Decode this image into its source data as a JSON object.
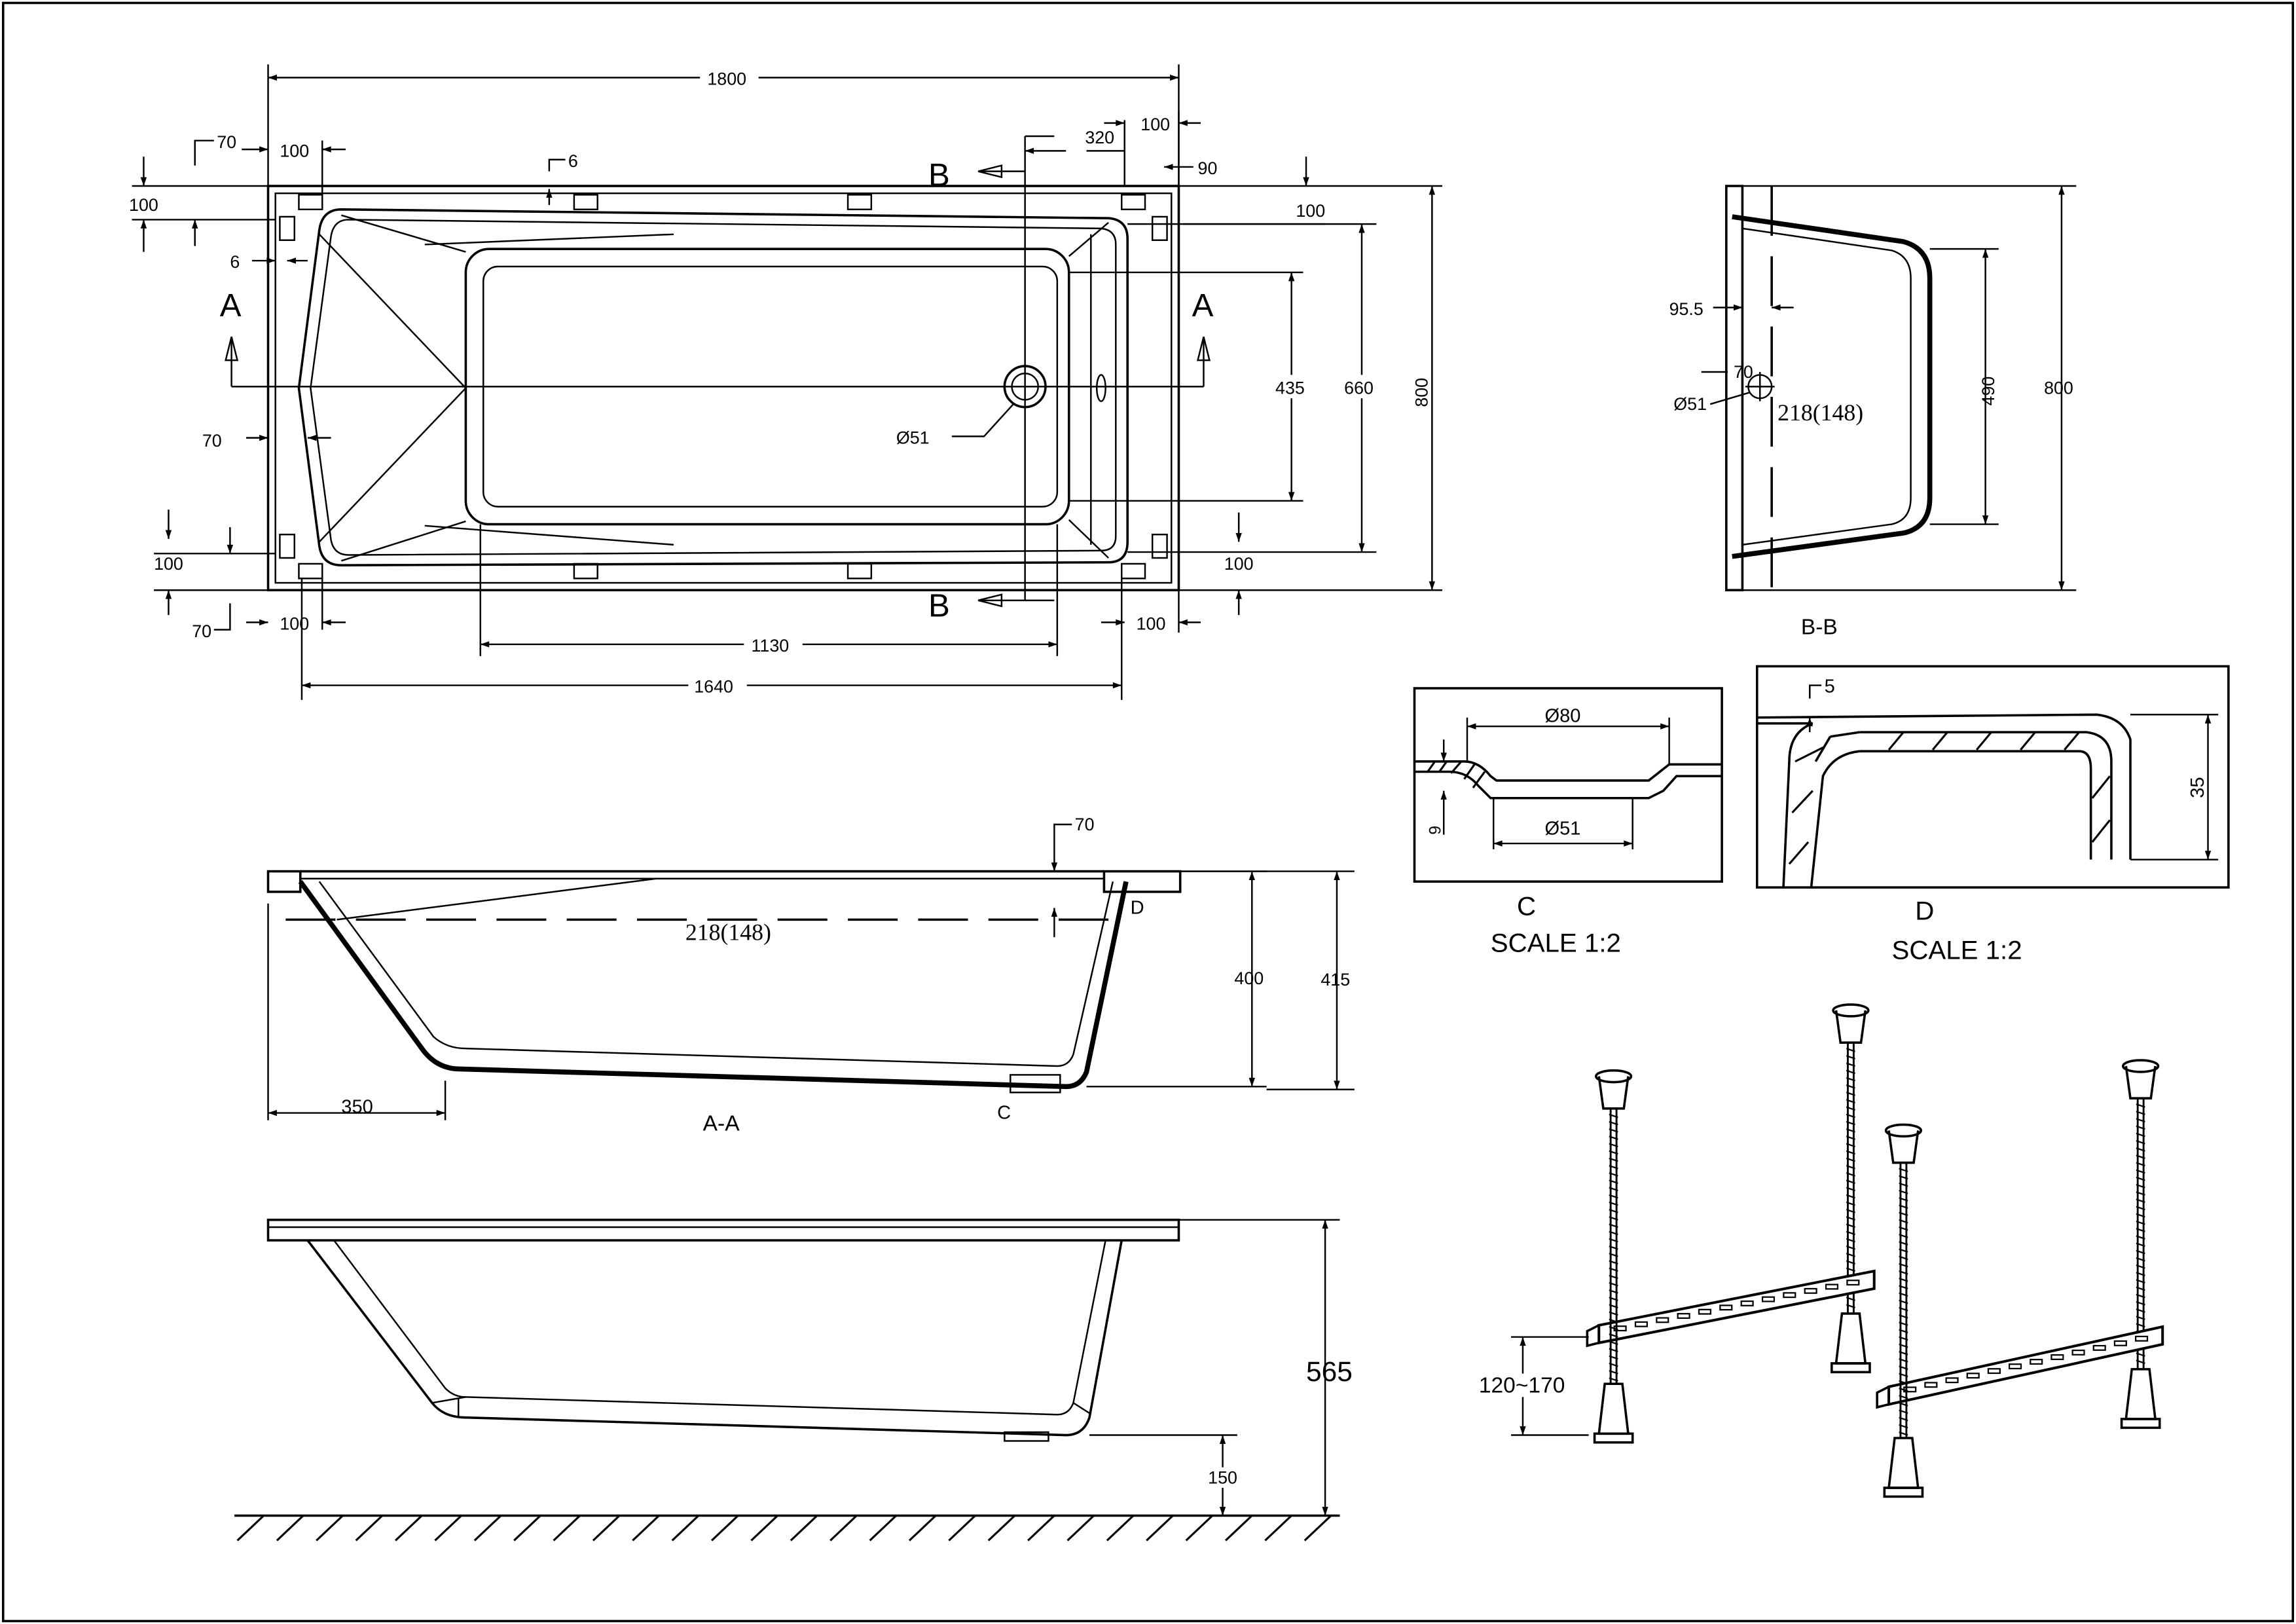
{
  "plan_view": {
    "overall_length": "1800",
    "inner_length": "1640",
    "bottom_length": "1130",
    "overall_width": "800",
    "inner_width": "660",
    "bottom_width": "435",
    "drain_label": "Ø51",
    "dim_70_top": "70",
    "dim_100_top_left": "100",
    "dim_6_top": "6",
    "dim_320": "320",
    "dim_100_top_right": "100",
    "dim_90": "90",
    "dim_100_left_top": "100",
    "dim_6_left": "6",
    "dim_70_left": "70",
    "dim_100_left_bottom": "100",
    "dim_70_bottom": "70",
    "dim_100_bottom_left": "100",
    "dim_100_bottom_right": "100",
    "dim_100_right_top": "100",
    "dim_100_right_bottom": "100",
    "section_a_left": "A",
    "section_a_right": "A",
    "section_b_top": "B",
    "section_b_bottom": "B"
  },
  "section_bb": {
    "title": "B-B",
    "dim_95_5": "95.5",
    "dim_70": "70",
    "drain_label": "Ø51",
    "drain_height": "218(148)",
    "inner_width": "490",
    "overall_width": "800"
  },
  "section_aa": {
    "title": "A-A",
    "dim_70": "70",
    "water_line": "218(148)",
    "detail_d_marker": "D",
    "detail_c_marker": "C",
    "depth_inner": "400",
    "depth_overall": "415",
    "slope_length": "350"
  },
  "detail_c": {
    "letter": "C",
    "scale": "SCALE 1:2",
    "dim_80": "Ø80",
    "dim_51": "Ø51",
    "dim_9": "9"
  },
  "detail_d": {
    "letter": "D",
    "scale": "SCALE 1:2",
    "dim_5": "5",
    "dim_35": "35"
  },
  "side_view": {
    "overall_height": "565",
    "floor_clearance": "150"
  },
  "legs": {
    "adjust_range": "120~170"
  }
}
